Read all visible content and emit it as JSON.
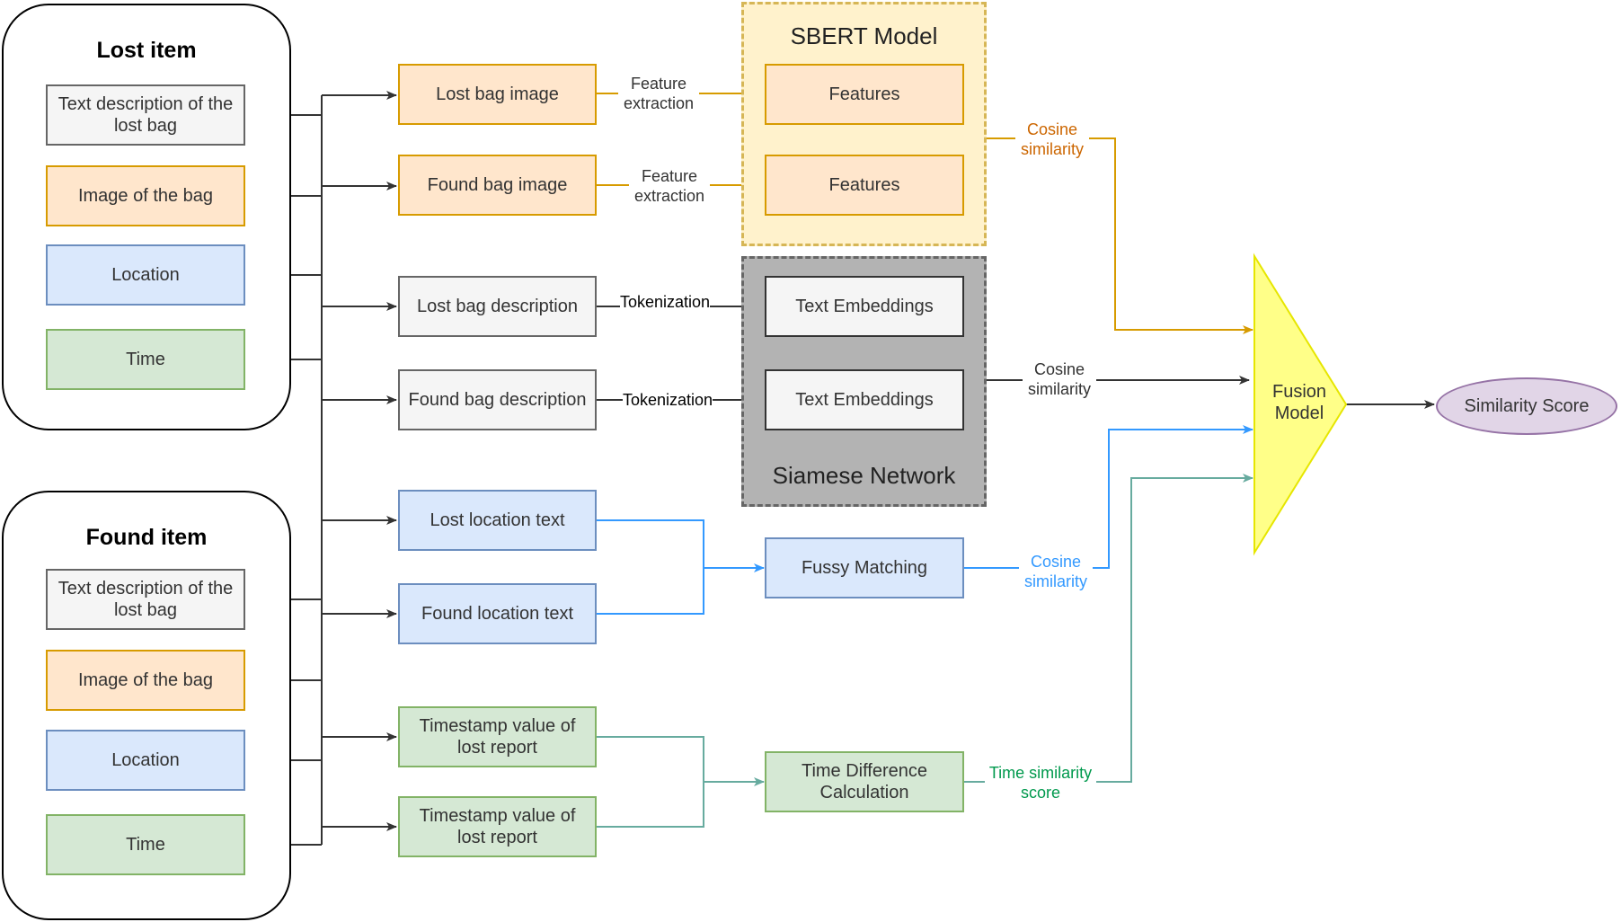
{
  "lost_panel": {
    "title": "Lost item",
    "items": [
      "Text description of the lost bag",
      "Image of the bag",
      "Location",
      "Time"
    ]
  },
  "found_panel": {
    "title": "Found item",
    "items": [
      "Text description of the lost bag",
      "Image of the bag",
      "Location",
      "Time"
    ]
  },
  "inputs": {
    "lost_image": "Lost bag image",
    "found_image": "Found bag image",
    "lost_desc": "Lost bag description",
    "found_desc": "Found bag description",
    "lost_location": "Lost location text",
    "found_location": "Found location text",
    "lost_timestamp": "Timestamp value of lost report",
    "found_timestamp": "Timestamp value of lost report"
  },
  "sbert": {
    "title": "SBERT Model",
    "features_1": "Features",
    "features_2": "Features"
  },
  "siamese": {
    "title": "Siamese Network",
    "embeddings_1": "Text Embeddings",
    "embeddings_2": "Text Embeddings"
  },
  "processing": {
    "fuzzy": "Fussy Matching",
    "time_diff": "Time Difference Calculation"
  },
  "edge_labels": {
    "feature_extraction_1": "Feature extraction",
    "feature_extraction_2": "Feature extraction",
    "tokenization_1": "Tokenization",
    "tokenization_2": "Tokenization",
    "cosine_image": "Cosine similarity",
    "cosine_text": "Cosine similarity",
    "cosine_location": "Cosine similarity",
    "time_score": "Time similarity score"
  },
  "fusion": {
    "label": "Fusion Model"
  },
  "output": {
    "label": "Similarity Score"
  },
  "colors": {
    "orange_line": "#d79b00",
    "orange_label": "#cc6600",
    "blue_line": "#3399ff",
    "green_line": "#67ab9f",
    "green_label": "#00994d",
    "dark_line": "#333333",
    "fusion_fill": "#ffff88",
    "fusion_stroke": "#e6e600"
  }
}
